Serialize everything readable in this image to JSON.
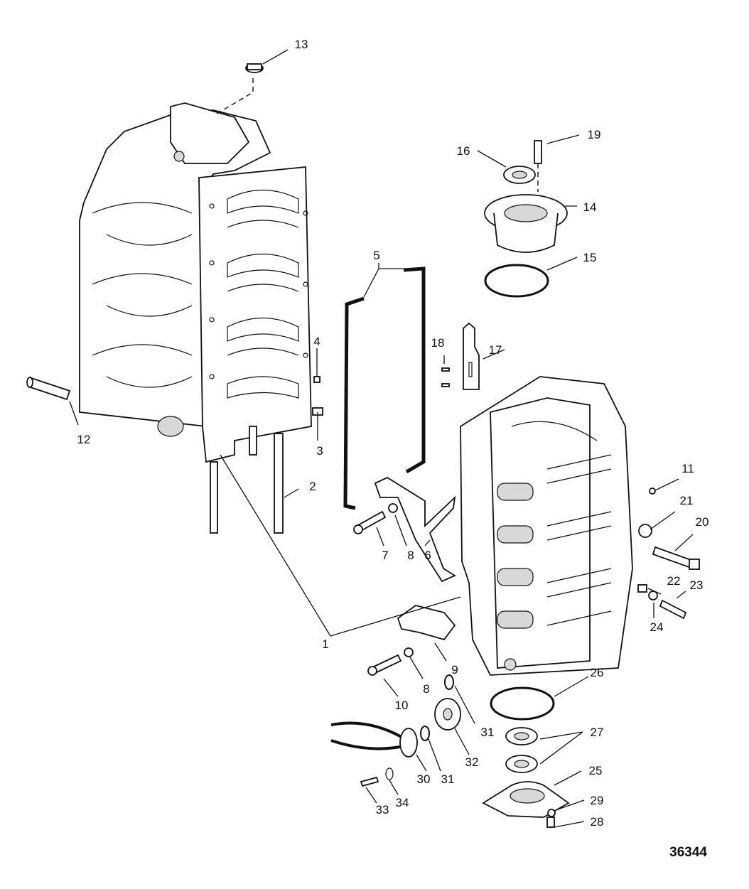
{
  "diagram": {
    "figure_number": "36344",
    "callouts": [
      "1",
      "2",
      "3",
      "4",
      "5",
      "6",
      "7",
      "8",
      "8",
      "9",
      "10",
      "11",
      "12",
      "13",
      "14",
      "15",
      "16",
      "17",
      "18",
      "19",
      "20",
      "21",
      "22",
      "23",
      "24",
      "25",
      "26",
      "27",
      "28",
      "29",
      "30",
      "31",
      "31",
      "32",
      "33",
      "34"
    ]
  }
}
